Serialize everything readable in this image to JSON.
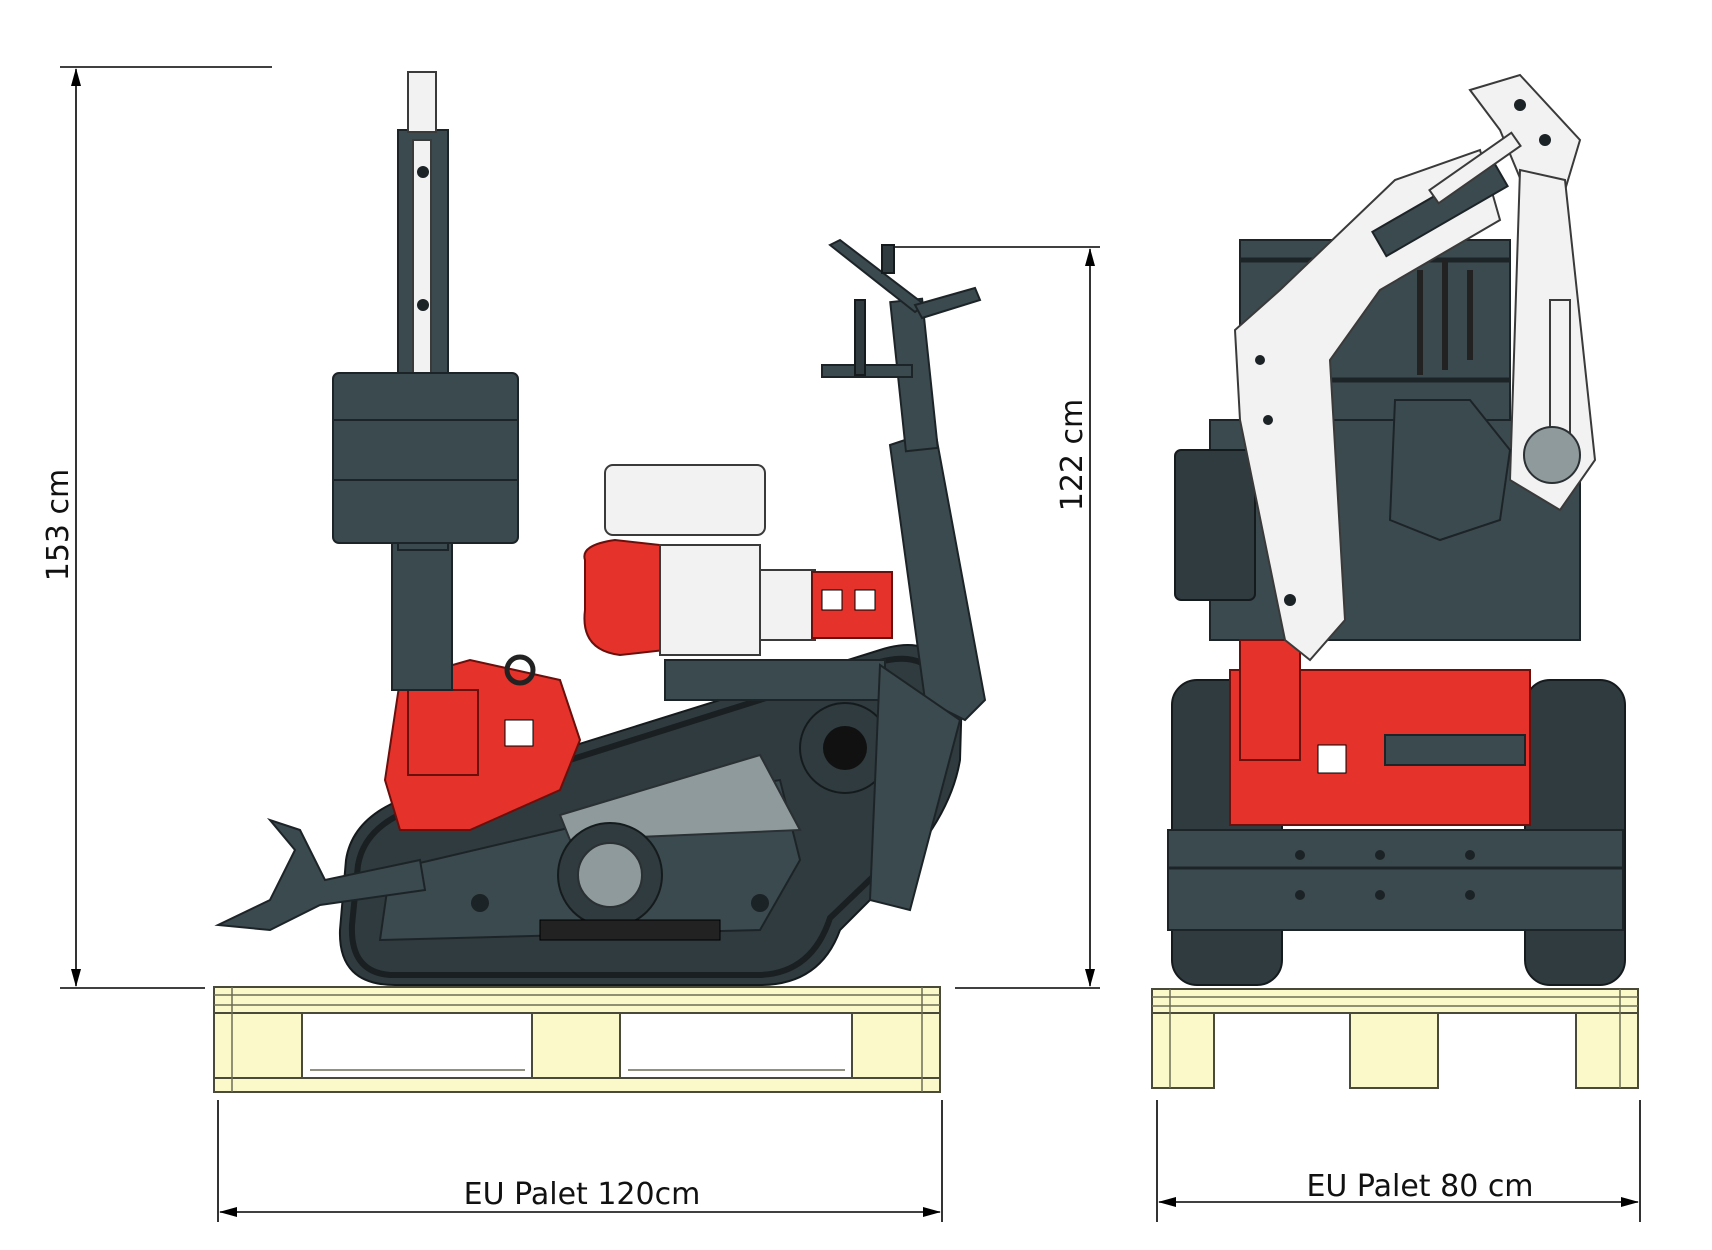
{
  "dimensions": {
    "total_height_label": "153 cm",
    "operator_height_label": "122 cm",
    "pallet_length_label": "EU Palet 120cm",
    "pallet_width_label": "EU Palet 80 cm"
  },
  "colors": {
    "machine_body": "#3b4a4f",
    "accent_red": "#e5322a",
    "boom_white": "#f2f2f2",
    "pallet": "#fbf8c9",
    "dimension_lines": "#000000"
  }
}
